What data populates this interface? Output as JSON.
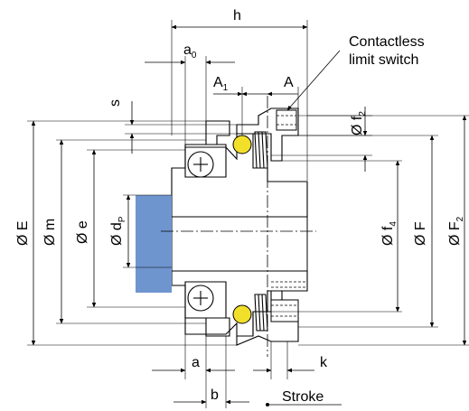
{
  "colors": {
    "hub": "#3f6db5",
    "hub_light": "#6f95cf",
    "bearing_ring": "#d9823b",
    "ball": "#f2df2a",
    "housing": "#a9c1e4",
    "spring": "#e7a86f"
  },
  "labels": {
    "h": "h",
    "a0": "a",
    "a0_sub": "0",
    "A1": "A",
    "A1_sub": "1",
    "A": "A",
    "s": "s",
    "f2": "Ø f",
    "f2_sub": "2",
    "E": "Ø E",
    "m": "Ø m",
    "e": "Ø e",
    "dp": "Ø d",
    "dp_sub": "P",
    "f4": "Ø f",
    "f4_sub": "4",
    "F": "Ø F",
    "F2": "Ø F",
    "F2_sub": "2",
    "a": "a",
    "b": "b",
    "k": "k",
    "stroke": "Stroke",
    "switch_line1": "Contactless",
    "switch_line2": "limit switch"
  }
}
